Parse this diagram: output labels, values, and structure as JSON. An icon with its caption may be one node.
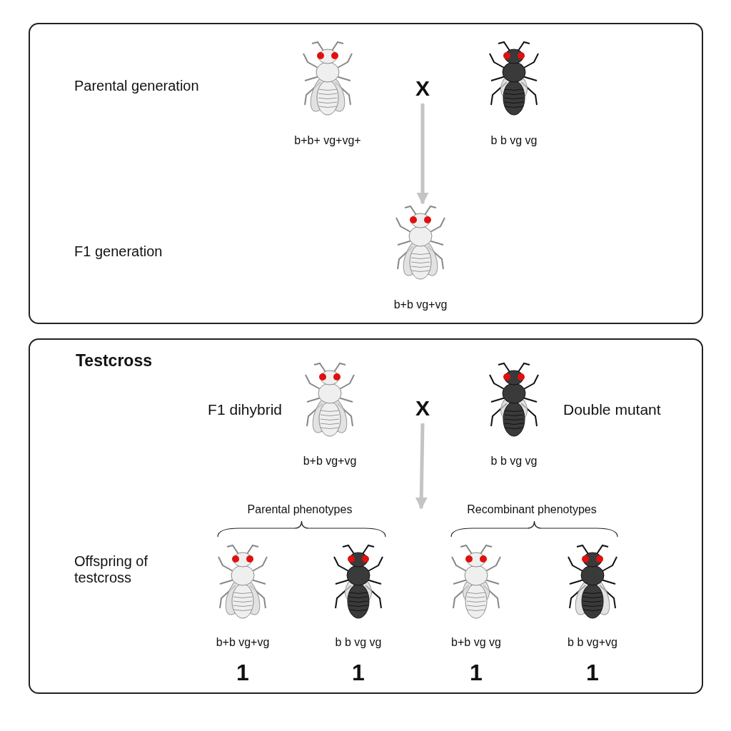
{
  "diagram": {
    "nodes": [
      {
        "text": [],
        "shape": "box"
      },
      {
        "text": [],
        "shape": "picture",
        "in": 0,
        "beside": [
          "b+b+ vg+vg+"
        ]
      },
      {
        "text": [
          "X"
        ],
        "in": 0
      },
      {
        "text": [],
        "shape": "picture",
        "in": 0,
        "beside": [
          "b b vg vg"
        ]
      },
      {
        "text": [],
        "shape": "picture",
        "in": 0,
        "beside": [
          "b+b vg+vg"
        ]
      },
      {
        "text": [
          "Testcross"
        ]
      },
      {
        "text": [],
        "shape": "picture",
        "in": 5,
        "beside": [
          "F1 dihybrid",
          "b+b vg+vg"
        ]
      },
      {
        "text": [
          "X"
        ],
        "in": 5
      },
      {
        "text": [],
        "shape": "picture",
        "in": 5,
        "beside": [
          "Double mutant",
          "b b vg vg"
        ]
      },
      {
        "text": [],
        "shape": "picture",
        "in": 5,
        "beside": [
          "b+b vg+vg",
          "1"
        ]
      },
      {
        "text": [],
        "shape": "picture",
        "in": 5,
        "beside": [
          "b b vg vg",
          "1"
        ]
      },
      {
        "text": [],
        "shape": "picture",
        "in": 5,
        "beside": [
          "b+b vg vg",
          "1"
        ]
      },
      {
        "text": [],
        "shape": "picture",
        "in": 5,
        "beside": [
          "b b vg+vg",
          "1"
        ]
      }
    ],
    "edges": [
      {
        "from": 2,
        "to": 4,
        "arrow": "to"
      },
      {
        "from": 7,
        "to": null,
        "arrow": "to"
      }
    ],
    "labels": [
      "Parental generation",
      "F1 generation",
      "Parental phenotypes",
      "Recombinant phenotypes",
      "Offspring of testcross"
    ]
  }
}
